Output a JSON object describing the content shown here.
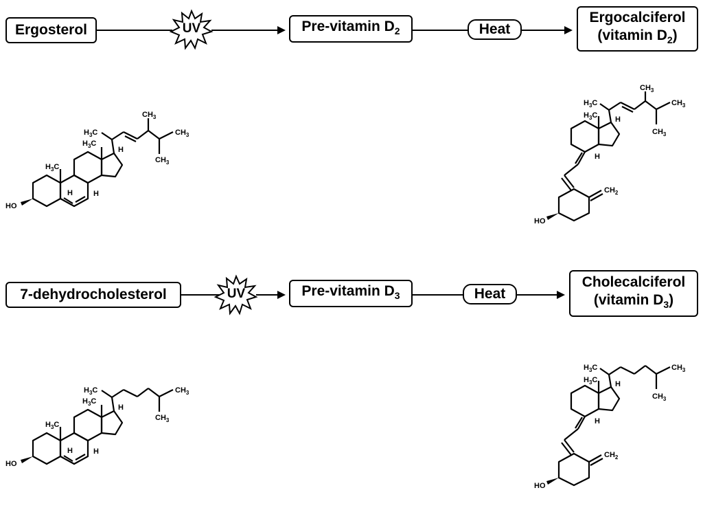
{
  "pathway_d2": {
    "source": "Ergosterol",
    "trigger": "UV",
    "intermediate": "Pre-vitamin D",
    "intermediate_sub": "2",
    "step": "Heat",
    "product_line1": "Ergocalciferol",
    "product_line2_prefix": "(vitamin D",
    "product_line2_sub": "2",
    "product_line2_suffix": ")"
  },
  "pathway_d3": {
    "source": "7-dehydrocholesterol",
    "trigger": "UV",
    "intermediate": "Pre-vitamin D",
    "intermediate_sub": "3",
    "step": "Heat",
    "product_line1": "Cholecalciferol",
    "product_line2_prefix": "(vitamin D",
    "product_line2_sub": "3",
    "product_line2_suffix": ")"
  },
  "structure_labels": {
    "hydroxyl": "HO",
    "hydrogen": "H",
    "methyl": "CH",
    "methyl_prefix": "H",
    "methyl_sub": "3",
    "methylene": "CH",
    "methylene_sub": "2"
  }
}
